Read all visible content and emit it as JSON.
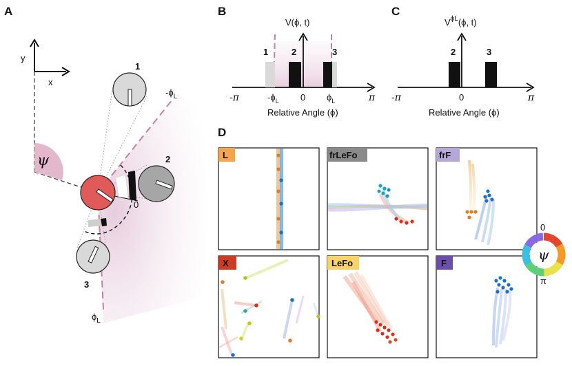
{
  "panels": {
    "A": {
      "label": "A",
      "axis_y": "y",
      "axis_x": "x",
      "psi": "ψ",
      "neg_phi_label": "-ϕ",
      "neg_phi_sub": "L",
      "phi_label": "ϕ",
      "phi_sub": "L",
      "zero_label": "0",
      "agents": [
        "1",
        "2",
        "3"
      ]
    },
    "B": {
      "label": "B",
      "title": "V(ϕ, t)",
      "ticks": [
        "-π",
        "-ϕ",
        "0",
        "ϕ",
        "π"
      ],
      "tick_sub": "L",
      "bar_labels": [
        "1",
        "2",
        "3"
      ],
      "xlabel": "Relative Angle (ϕ)"
    },
    "C": {
      "label": "C",
      "title_main": "V",
      "title_sup": "ϕL",
      "title_rest": "(ϕ, t)",
      "ticks": [
        "-π",
        "0",
        "π"
      ],
      "bar_labels": [
        "2",
        "3"
      ],
      "xlabel": "Relative Angle (ϕ)"
    },
    "D": {
      "label": "D",
      "tiles": [
        {
          "tag": "L",
          "color": "#f5a54a"
        },
        {
          "tag": "frLeFo",
          "color": "#8a8a8a"
        },
        {
          "tag": "frF",
          "color": "#b5a8d8"
        },
        {
          "tag": "X",
          "color": "#cc3b22"
        },
        {
          "tag": "LeFo",
          "color": "#f7d468"
        },
        {
          "tag": "F",
          "color": "#6b4fa8"
        }
      ],
      "colorwheel": {
        "symbol": "ψ",
        "top": "0",
        "bottom": "π"
      }
    }
  },
  "chart_data": [
    {
      "type": "bar",
      "title": "V(ϕ, t)",
      "xlabel": "Relative Angle (ϕ)",
      "categories": [
        "1",
        "2",
        "3"
      ],
      "values": [
        1,
        1,
        1
      ],
      "xlim": [
        "-π",
        "π"
      ]
    },
    {
      "type": "bar",
      "title": "V^ϕL(ϕ, t)",
      "xlabel": "Relative Angle (ϕ)",
      "categories": [
        "2",
        "3"
      ],
      "values": [
        1,
        1
      ],
      "xlim": [
        "-π",
        "π"
      ]
    }
  ]
}
